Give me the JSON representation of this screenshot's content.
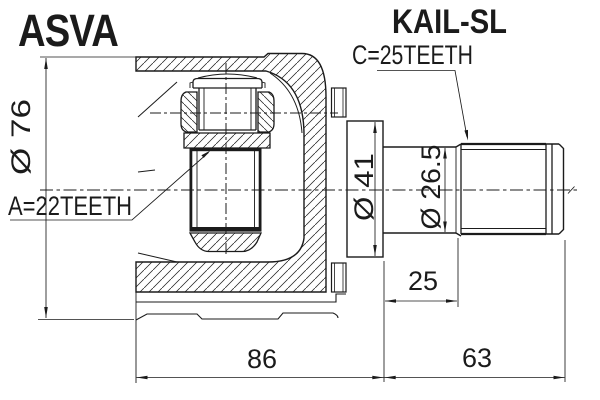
{
  "header": {
    "brand": "ASVA",
    "part_number": "KAIL-SL"
  },
  "annotations": {
    "outer_spline_label": "C=25TEETH",
    "inner_spline_label": "A=22TEETH"
  },
  "dimensions": {
    "housing_outer_diameter": "Ø 76",
    "collar_diameter": "Ø 41",
    "shaft_neck_diameter": "Ø 26.5",
    "neck_length": "25",
    "housing_length": "86",
    "shaft_length": "63"
  },
  "colors": {
    "line": "#1b1b1b",
    "background": "#ffffff"
  }
}
